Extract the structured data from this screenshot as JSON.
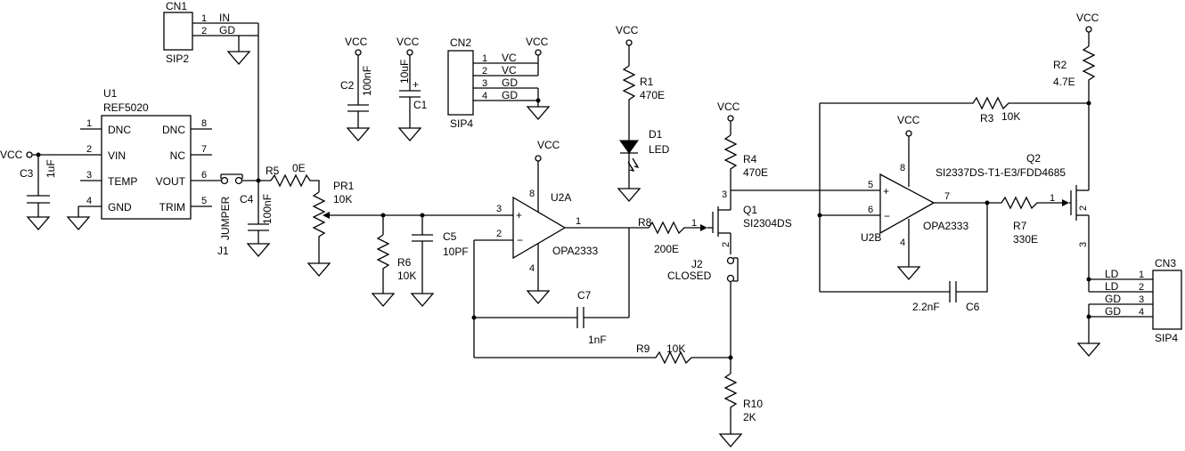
{
  "parts": {
    "cn1": {
      "ref": "CN1",
      "type": "SIP2",
      "pins": [
        "1",
        "2"
      ],
      "nets": [
        "IN",
        "GD"
      ]
    },
    "cn2": {
      "ref": "CN2",
      "type": "SIP4",
      "pins": [
        "1",
        "2",
        "3",
        "4"
      ],
      "nets": [
        "VC",
        "VC",
        "GD",
        "GD"
      ]
    },
    "cn3": {
      "ref": "CN3",
      "type": "SIP4",
      "pins": [
        "1",
        "2",
        "3",
        "4"
      ],
      "nets": [
        "LD",
        "LD",
        "GD",
        "GD"
      ]
    },
    "u1": {
      "ref": "U1",
      "type": "REF5020",
      "left_pins": [
        {
          "num": "1",
          "name": "DNC"
        },
        {
          "num": "2",
          "name": "VIN"
        },
        {
          "num": "3",
          "name": "TEMP"
        },
        {
          "num": "4",
          "name": "GND"
        }
      ],
      "right_pins": [
        {
          "num": "8",
          "name": "DNC"
        },
        {
          "num": "7",
          "name": "NC"
        },
        {
          "num": "6",
          "name": "VOUT"
        },
        {
          "num": "5",
          "name": "TRIM"
        }
      ]
    },
    "u2a": {
      "ref": "U2A",
      "type": "OPA2333",
      "pins": {
        "plus": "3",
        "minus": "2",
        "out": "1",
        "vcc": "8",
        "gnd": "4"
      }
    },
    "u2b": {
      "ref": "U2B",
      "type": "OPA2333",
      "pins": {
        "plus": "5",
        "minus": "6",
        "out": "7",
        "vcc": "8",
        "gnd": "4"
      }
    },
    "c2": {
      "ref": "C2",
      "value": "100nF"
    },
    "c1": {
      "ref": "C1",
      "value": "10uF"
    },
    "c3": {
      "ref": "C3",
      "value": "1uF"
    },
    "c4": {
      "ref": "C4",
      "value": "100nF"
    },
    "c5": {
      "ref": "C5",
      "value": "10PF"
    },
    "c6": {
      "ref": "C6",
      "value": "2.2nF"
    },
    "c7": {
      "ref": "C7",
      "value": "1nF"
    },
    "r1": {
      "ref": "R1",
      "value": "470E"
    },
    "r2": {
      "ref": "R2",
      "value": "4.7E"
    },
    "r3": {
      "ref": "R3",
      "value": "10K"
    },
    "r4": {
      "ref": "R4",
      "value": "470E"
    },
    "r5": {
      "ref": "R5",
      "value": "0E"
    },
    "r6": {
      "ref": "R6",
      "value": "10K"
    },
    "r7": {
      "ref": "R7",
      "value": "330E"
    },
    "r8": {
      "ref": "R8",
      "value": "200E"
    },
    "r9": {
      "ref": "R9",
      "value": "10K"
    },
    "r10": {
      "ref": "R10",
      "value": "2K"
    },
    "pr1": {
      "ref": "PR1",
      "value": "10K"
    },
    "d1": {
      "ref": "D1",
      "value": "LED"
    },
    "j1": {
      "ref": "J1",
      "value": "JUMPER"
    },
    "j2": {
      "ref": "J2",
      "value": "CLOSED"
    },
    "q1": {
      "ref": "Q1",
      "value": "SI2304DS",
      "pins": [
        "1",
        "2",
        "3"
      ]
    },
    "q2": {
      "ref": "Q2",
      "value": "SI2337DS-T1-E3/FDD4685",
      "pins": [
        "1",
        "2",
        "3"
      ]
    }
  },
  "power": {
    "vcc": "VCC"
  },
  "colors": {
    "ink": "#000000",
    "paper": "#ffffff"
  }
}
